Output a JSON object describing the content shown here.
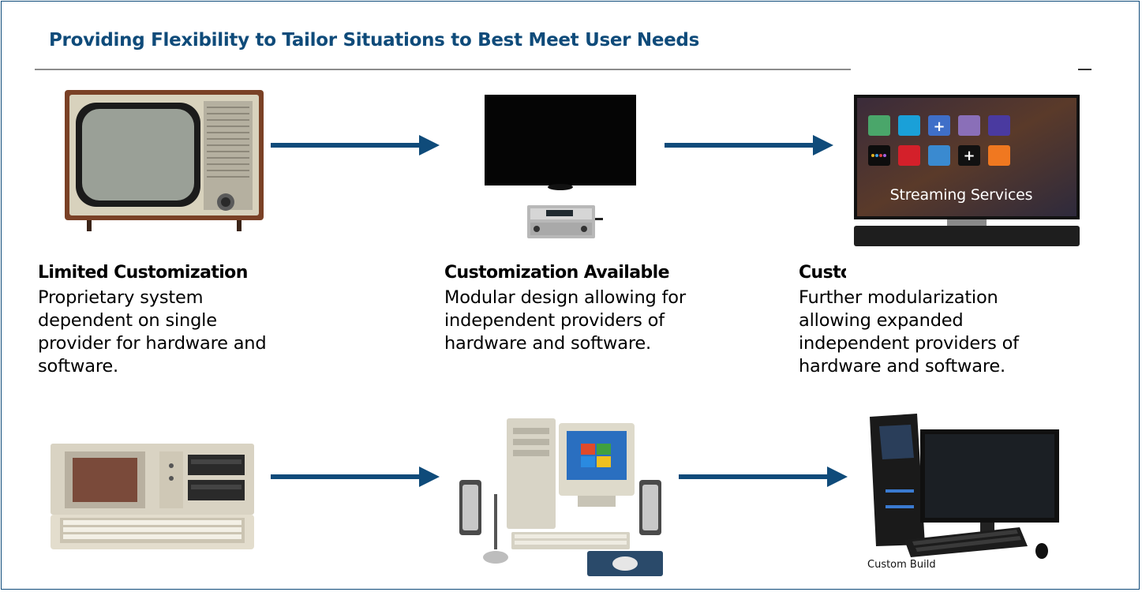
{
  "header": {
    "title": "Providing Flexibility to Tailor Situations to Best Meet User Needs"
  },
  "tv_row": {
    "stages": [
      {
        "heading": "Limited Customization",
        "description": "Proprietary system dependent on single provider for hardware and software."
      },
      {
        "heading": "Customization Available",
        "description": "Modular design allowing for independent providers of hardware and software."
      },
      {
        "heading": "Customization Expanded",
        "description": "Further modularization allowing expanded independent providers of hardware and software."
      }
    ],
    "streaming_label": "Streaming Services"
  },
  "pc_row": {
    "custom_caption": "Custom Build"
  },
  "colors": {
    "accent": "#0f4b7a",
    "rule": "#8c8c8c"
  }
}
